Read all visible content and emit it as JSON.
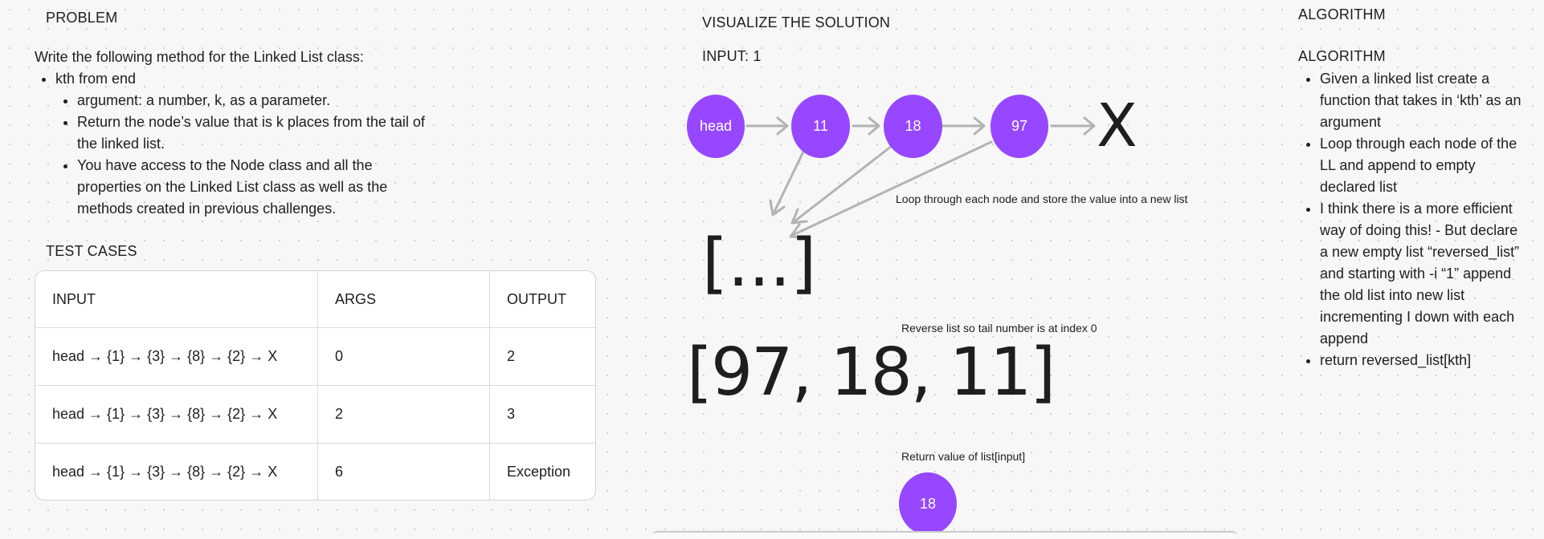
{
  "problem": {
    "heading": "PROBLEM",
    "intro": "Write the following method for the Linked List class:",
    "bullet": "kth from end",
    "sub_bullets": [
      "argument: a number, k, as a parameter.",
      "Return the node’s value that is k places from the tail of the linked list.",
      "You have access to the Node class and all the properties on the Linked List class as well as the methods created in previous challenges."
    ]
  },
  "test_cases": {
    "heading": "TEST CASES",
    "columns": [
      "INPUT",
      "ARGS",
      "OUTPUT"
    ],
    "rows": [
      [
        "head → {1} → {3} → {8} → {2} → X",
        "0",
        "2"
      ],
      [
        "head → {1} → {3} → {8} → {2} → X",
        "2",
        "3"
      ],
      [
        "head → {1} → {3} → {8} → {2} → X",
        "6",
        "Exception"
      ]
    ]
  },
  "visualize": {
    "heading": "VISUALIZE THE SOLUTION",
    "input_label": "INPUT: 1",
    "nodes": [
      "head",
      "11",
      "18",
      "97"
    ],
    "terminator": "X",
    "loop_note": "Loop through each node and store the value into a new list",
    "empty_list": "[...]",
    "reverse_note": "Reverse list so tail number is at index 0",
    "reversed_list": "[97, 18, 11]",
    "return_note": "Return value of list[input]",
    "result_node": "18",
    "node_color": "#9747ff",
    "arrow_color": "#b3b3b3"
  },
  "algorithm": {
    "heading_top": "ALGORITHM",
    "heading": "ALGORITHM",
    "steps": [
      "Given a linked list create a function that takes in ‘kth’ as an argument",
      "Loop through each node of the LL and append to empty declared list",
      "I think there is a more efficient way of doing this! - But declare a new empty list “reversed_list” and starting with -i “1” append the old list into new list incrementing I down with each append",
      "return reversed_list[kth]"
    ]
  }
}
